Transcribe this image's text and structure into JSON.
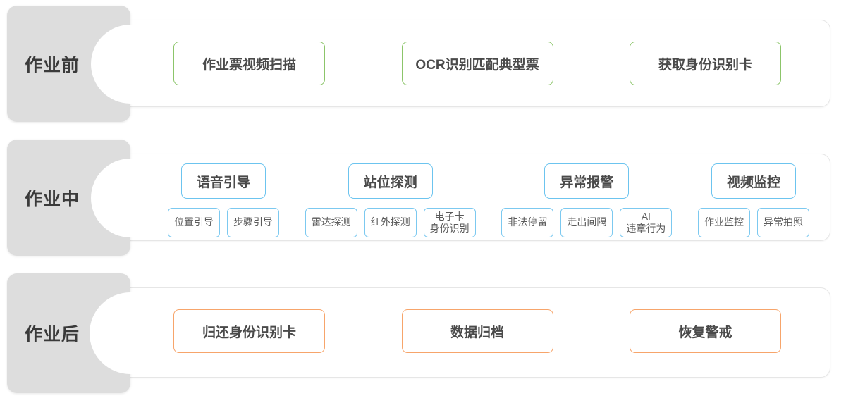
{
  "colors": {
    "green_border": "#8cc56a",
    "blue_border": "#6cc4ef",
    "sub_blue_border": "#7cc9f0",
    "orange_border": "#f7a56b",
    "tab_background": "#dddddd",
    "label_text": "#3a3a3a",
    "box_text": "#4a4a4a",
    "panel_background": "#ffffff"
  },
  "phases": [
    {
      "label": "作业前",
      "accent": "green",
      "groups": [
        {
          "title": "作业票视频扫描",
          "subs": []
        },
        {
          "title": "OCR识别匹配典型票",
          "subs": []
        },
        {
          "title": "获取身份识别卡",
          "subs": []
        }
      ]
    },
    {
      "label": "作业中",
      "accent": "blue",
      "groups": [
        {
          "title": "语音引导",
          "subs": [
            "位置引导",
            "步骤引导"
          ]
        },
        {
          "title": "站位探测",
          "subs": [
            "雷达探测",
            "红外探测",
            "电子卡\n身份识别"
          ]
        },
        {
          "title": "异常报警",
          "subs": [
            "非法停留",
            "走出间隔",
            "AI\n违章行为"
          ]
        },
        {
          "title": "视频监控",
          "subs": [
            "作业监控",
            "异常拍照"
          ]
        }
      ]
    },
    {
      "label": "作业后",
      "accent": "orange",
      "groups": [
        {
          "title": "归还身份识别卡",
          "subs": []
        },
        {
          "title": "数据归档",
          "subs": []
        },
        {
          "title": "恢复警戒",
          "subs": []
        }
      ]
    }
  ]
}
